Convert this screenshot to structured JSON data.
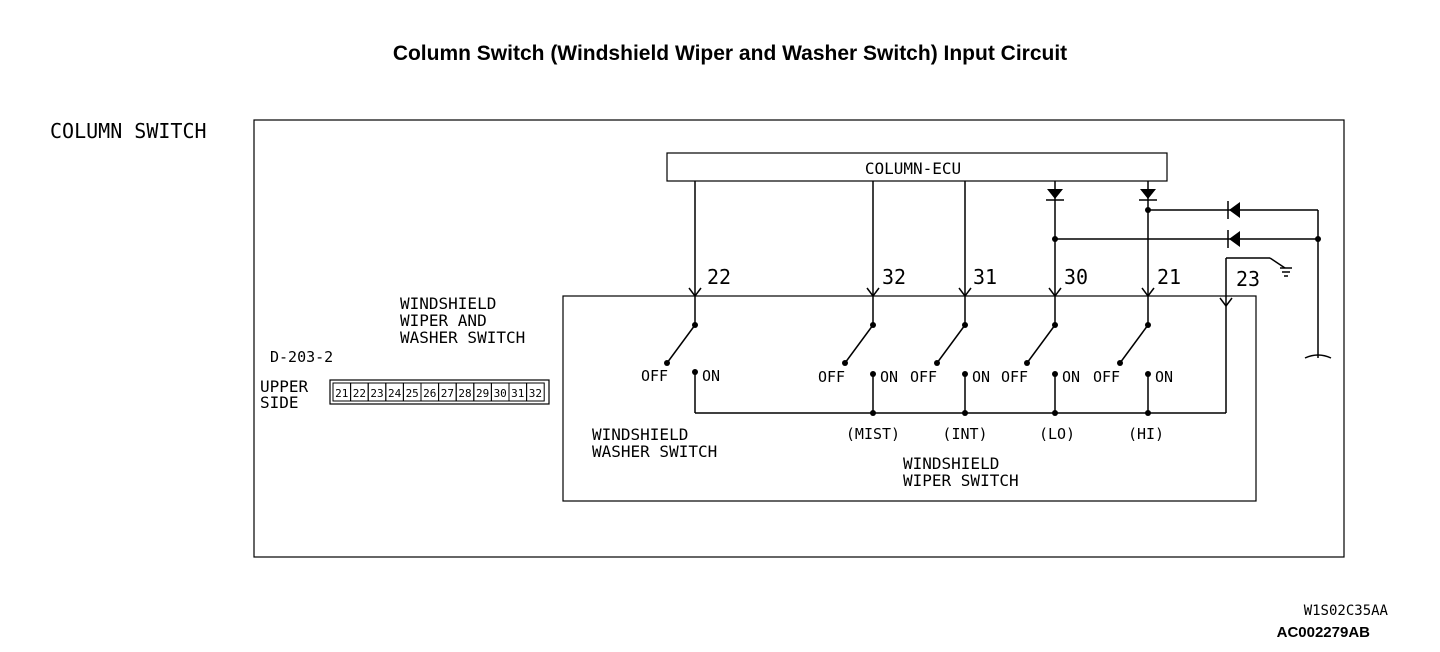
{
  "title": "Column Switch (Windshield Wiper and Washer Switch) Input Circuit",
  "labels": {
    "column_switch": "COLUMN SWITCH",
    "column_ecu": "COLUMN-ECU",
    "wiper_washer_switch": [
      "WINDSHIELD",
      "WIPER AND",
      "WASHER SWITCH"
    ],
    "connector_id": "D-203-2",
    "upper_side": [
      "UPPER",
      "SIDE"
    ],
    "washer_switch": [
      "WINDSHIELD",
      "WASHER SWITCH"
    ],
    "wiper_switch": [
      "WINDSHIELD",
      "WIPER SWITCH"
    ],
    "off": "OFF",
    "on": "ON"
  },
  "connector_pins": [
    "21",
    "22",
    "23",
    "24",
    "25",
    "26",
    "27",
    "28",
    "29",
    "30",
    "31",
    "32"
  ],
  "terminals": [
    "22",
    "32",
    "31",
    "30",
    "21",
    "23"
  ],
  "modes": [
    "(MIST)",
    "(INT)",
    "(LO)",
    "(HI)"
  ],
  "codes": [
    "W1S02C35AA",
    "AC002279AB"
  ]
}
